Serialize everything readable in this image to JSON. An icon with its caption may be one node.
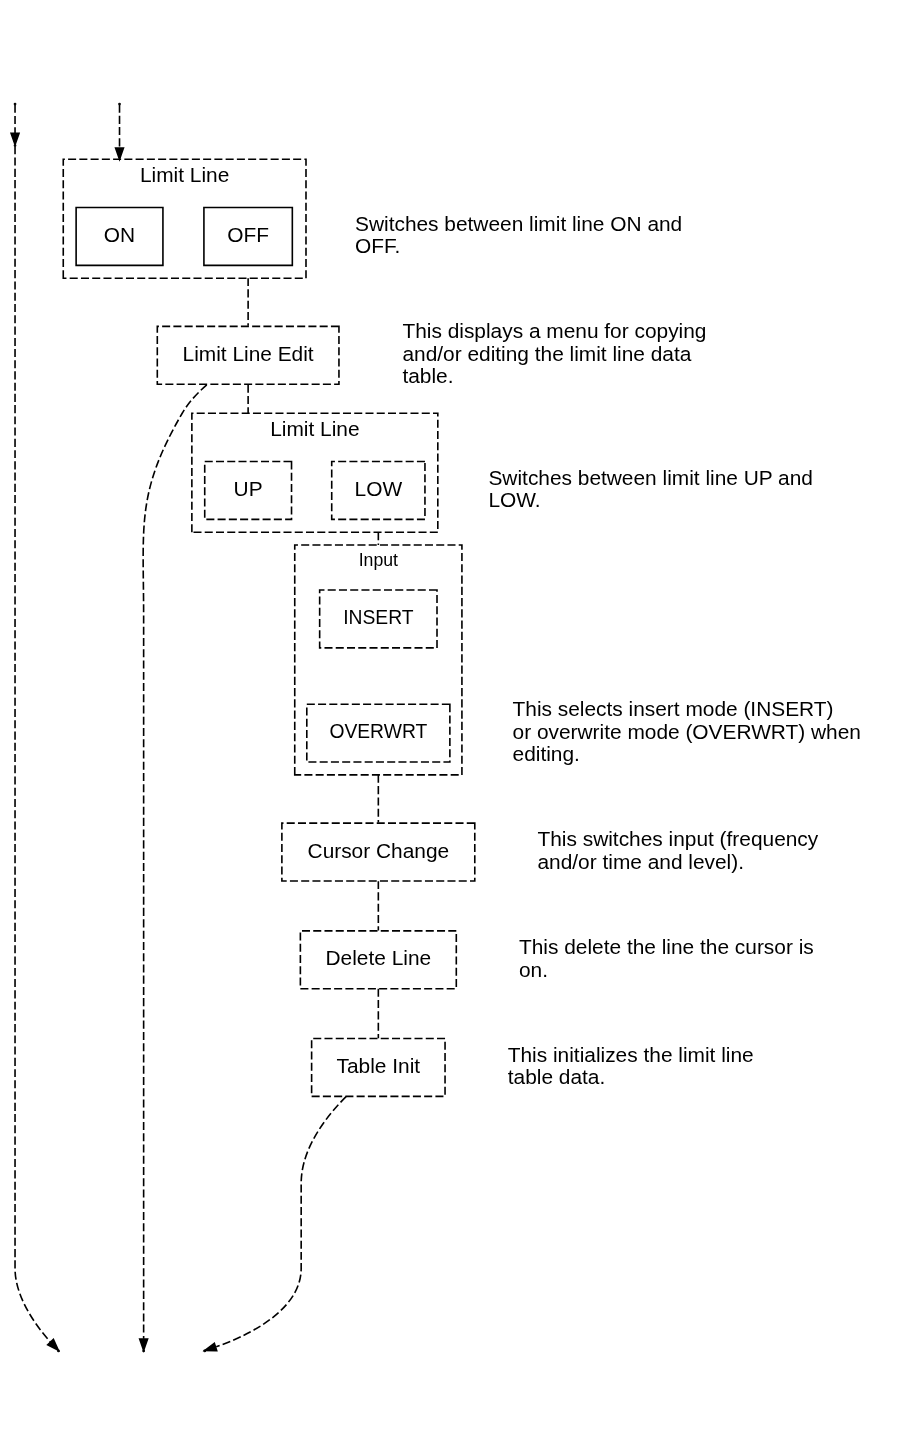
{
  "diagram": {
    "nodes": [
      {
        "text": [
          "Limit Line"
        ],
        "beside": [
          "Switches between limit line ON and OFF."
        ]
      },
      {
        "text": [
          "ON"
        ],
        "in": 0
      },
      {
        "text": [
          "OFF"
        ],
        "in": 0
      },
      {
        "text": [
          "Limit Line Edit"
        ],
        "beside": [
          "This displays a menu for copying and/or editing the limit line data table."
        ]
      },
      {
        "text": [
          "Limit Line"
        ],
        "beside": [
          "Switches between limit line UP and LOW."
        ]
      },
      {
        "text": [
          "UP"
        ],
        "in": 4
      },
      {
        "text": [
          "LOW"
        ],
        "in": 4
      },
      {
        "text": [
          "Input"
        ],
        "beside": [
          "This selects insert mode (INSERT) or overwrite mode (OVERWRT) when editing."
        ]
      },
      {
        "text": [
          "INSERT"
        ],
        "in": 7
      },
      {
        "text": [
          "OVERWRT"
        ],
        "in": 7
      },
      {
        "text": [
          "Cursor Change"
        ],
        "beside": [
          "This switches input (frequency and/or time and level)."
        ]
      },
      {
        "text": [
          "Delete Line"
        ],
        "beside": [
          "This delete the line the cursor is on."
        ]
      },
      {
        "text": [
          "Table Init"
        ],
        "beside": [
          "This initializes the limit line table data."
        ]
      }
    ],
    "edges": [
      {
        "from": null,
        "to": 0,
        "arrow": "to",
        "style": "dashed"
      },
      {
        "from": 0,
        "to": 3,
        "arrow": "none",
        "style": "dashed"
      },
      {
        "from": 3,
        "to": null,
        "arrow": "to",
        "style": "dashed"
      },
      {
        "from": 3,
        "to": 4,
        "arrow": "none",
        "style": "dashed"
      },
      {
        "from": 4,
        "to": 7,
        "arrow": "none",
        "style": "dashed"
      },
      {
        "from": 7,
        "to": 10,
        "arrow": "none",
        "style": "dashed"
      },
      {
        "from": 10,
        "to": 11,
        "arrow": "none",
        "style": "dashed"
      },
      {
        "from": 11,
        "to": 12,
        "arrow": "none",
        "style": "dashed"
      },
      {
        "from": 12,
        "to": null,
        "arrow": "to",
        "style": "dashed"
      }
    ]
  }
}
